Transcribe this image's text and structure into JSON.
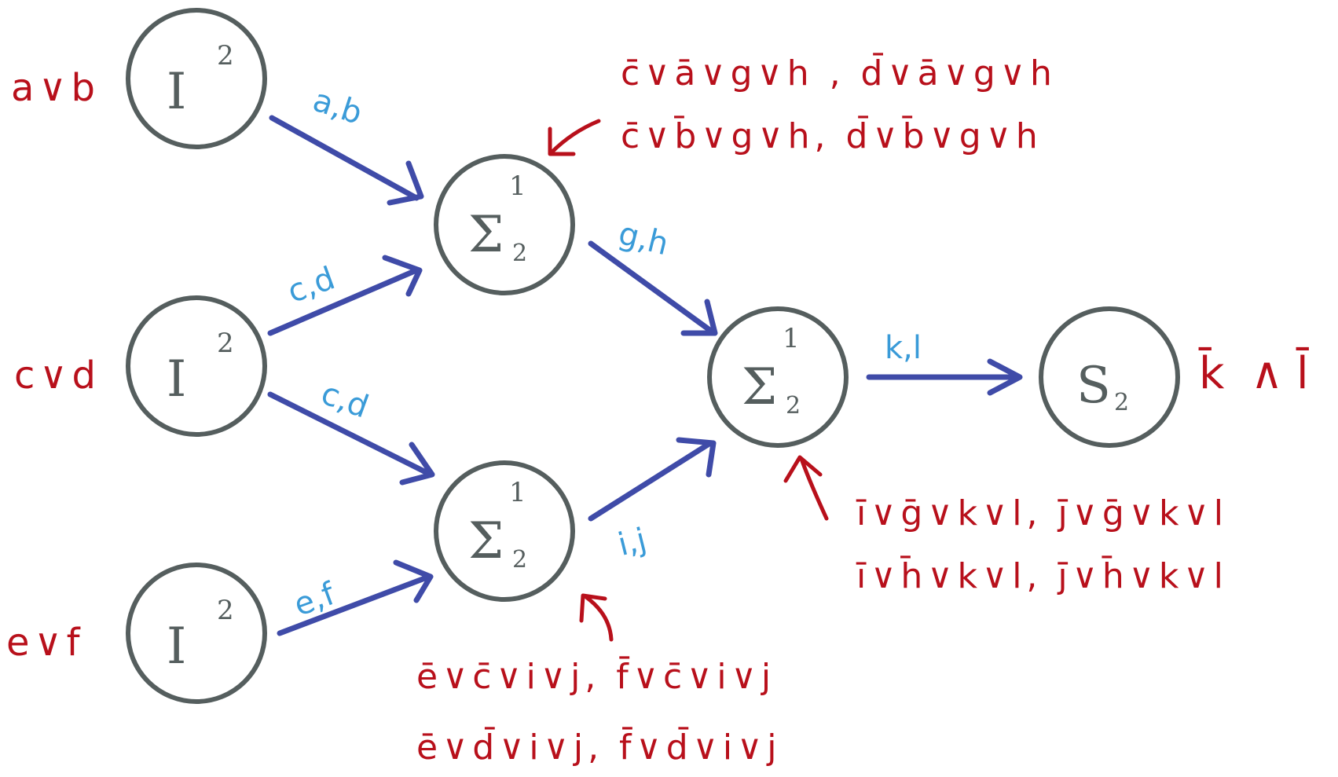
{
  "nodes": {
    "i1": {
      "main": "I",
      "sup": "2"
    },
    "i2": {
      "main": "I",
      "sup": "2"
    },
    "i3": {
      "main": "I",
      "sup": "2"
    },
    "sig_top": {
      "main": "Σ",
      "sup": "1",
      "sub": "2"
    },
    "sig_bottom": {
      "main": "Σ",
      "sup": "1",
      "sub": "2"
    },
    "sig_right": {
      "main": "Σ",
      "sup": "1",
      "sub": "2"
    },
    "s2": {
      "main": "S",
      "sub": "2"
    }
  },
  "inputs": {
    "i1": "a∨b",
    "i2": "c∨d",
    "i3": "e∨f"
  },
  "edges": {
    "i1_sig_top": "a,b",
    "i2_sig_top": "c,d",
    "i2_sig_bottom": "c,d",
    "i3_sig_bottom": "e,f",
    "sig_top_sig_right": "g,h",
    "sig_bottom_sig_right": "i,j",
    "sig_right_s2": "k,l"
  },
  "clauses": {
    "top": [
      "c̄∨ā∨g∨h , d̄∨ā∨g∨h",
      "c̄∨b̄∨g∨h, d̄∨b̄∨g∨h"
    ],
    "bottom": [
      "ē∨c̄∨i∨j, f̄∨c̄∨i∨j",
      "ē∨d̄∨i∨j, f̄∨d̄∨i∨j"
    ],
    "right": [
      "ī∨ḡ∨k∨l, j̄∨ḡ∨k∨l",
      "ī∨h̄∨k∨l, j̄∨h̄∨k∨l"
    ]
  },
  "output": {
    "left": "k̄",
    "op": "∧",
    "right": "l̄"
  }
}
